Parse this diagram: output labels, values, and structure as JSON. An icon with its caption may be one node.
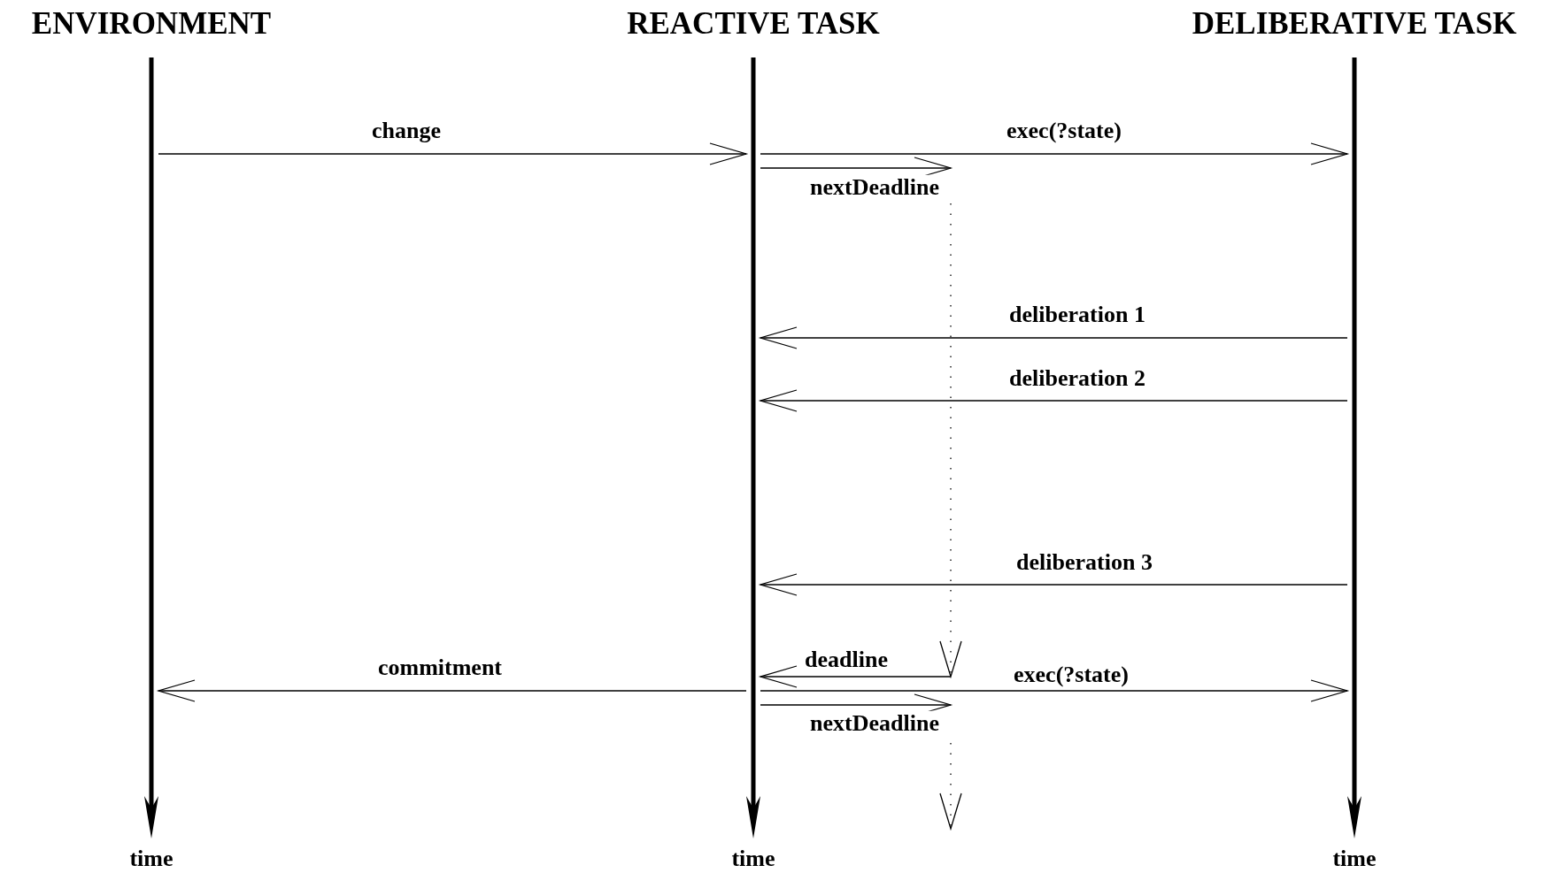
{
  "diagram": {
    "nodes": [
      {
        "text": [
          "ENVIRONMENT"
        ],
        "beside": [
          "time"
        ]
      },
      {
        "text": [
          "REACTIVE TASK"
        ],
        "beside": [
          "time"
        ]
      },
      {
        "text": [
          "DELIBERATIVE TASK"
        ],
        "beside": [
          "time"
        ]
      }
    ],
    "edges": [
      {
        "from": 0,
        "to": 1,
        "arrow": "to",
        "label": "change"
      },
      {
        "from": 1,
        "to": 2,
        "arrow": "to",
        "label": "exec(?state)"
      },
      {
        "from": 1,
        "to": null,
        "arrow": "to",
        "label": "nextDeadline"
      },
      {
        "from": 2,
        "to": 1,
        "arrow": "to",
        "label": "deliberation 1"
      },
      {
        "from": 2,
        "to": 1,
        "arrow": "to",
        "label": "deliberation 2"
      },
      {
        "from": 2,
        "to": 1,
        "arrow": "to",
        "label": "deliberation 3"
      },
      {
        "from": null,
        "to": 1,
        "arrow": "to",
        "label": "deadline"
      },
      {
        "from": 1,
        "to": 0,
        "arrow": "to",
        "label": "commitment"
      },
      {
        "from": 1,
        "to": 2,
        "arrow": "to",
        "label": "exec(?state)"
      },
      {
        "from": 1,
        "to": null,
        "arrow": "to",
        "label": "nextDeadline"
      }
    ]
  }
}
